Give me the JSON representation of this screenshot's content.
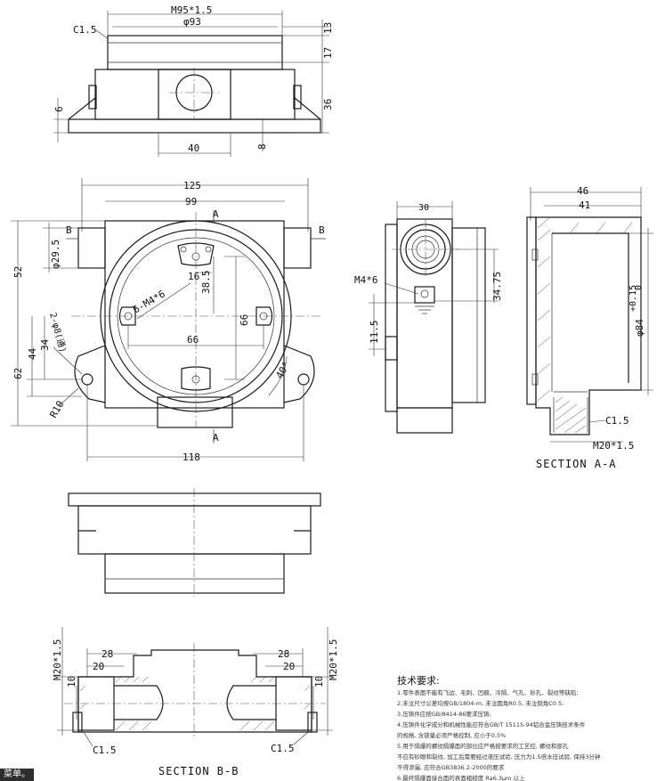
{
  "top_view": {
    "dims": {
      "m95": "M95*1.5",
      "d93": "φ93",
      "c15": "C1.5",
      "d13": "13",
      "d17": "17",
      "d36": "36",
      "d6": "6",
      "d40": "40",
      "d8": "8"
    }
  },
  "front_view": {
    "dims": {
      "d125": "125",
      "d99": "99",
      "section_a_top": "A",
      "section_a_bottom": "A",
      "section_b_left": "B",
      "section_b_right": "B",
      "d29": "φ29.5",
      "d52": "52",
      "d16": "16",
      "d385": "38.5",
      "holes": "6-M4*6",
      "d66v": "66",
      "d66h": "66",
      "d2": "2-φ8(通)",
      "d44": "44",
      "d34": "34",
      "d62": "62",
      "d40deg": "40°",
      "r10": "R10",
      "d118": "118"
    }
  },
  "side_view": {
    "dims": {
      "d30": "30",
      "m4": "M4*6",
      "d3475": "34.75",
      "d115": "11.5"
    }
  },
  "section_aa": {
    "title": "SECTION A-A",
    "dims": {
      "d46": "46",
      "d41": "41",
      "d84": "φ84",
      "tol": "+0.15",
      "tol0": "0",
      "c15": "C1.5",
      "m20": "M20*1.5"
    }
  },
  "section_bb": {
    "title": "SECTION B-B",
    "dims": {
      "m20_left": "M20*1.5",
      "m20_right": "M20*1.5",
      "d28l": "28",
      "d20l": "20",
      "d28r": "28",
      "d20r": "20",
      "d10l": "10",
      "d10r": "10",
      "c15l": "C1.5",
      "c15r": "C1.5"
    }
  },
  "tech_notes": {
    "title": "技术要求:",
    "lines": [
      "1.零件表面不能有飞边、毛刺、凹痕、冷隔、气孔、砂孔、裂纹等缺陷;",
      "2.未注尺寸公差均按GB/1804-m, 未注圆角R0.5, 未注倒角C0.5;",
      "3.压铸件应按GB/8414-86要求压铸;",
      "4.压铸件化学成分和机械性能应符合GB/T 15115-94铝合金压铸技术条件",
      "  的规格, 含镁量必须严格控制, 应小于0.5%",
      "5.用于隔爆的螺纹隔爆面的部位应严格按要求的工艺控, 螺纹和部孔",
      "  不应有砂眼和裂纹, 加工后需要经过液压试验, 压力为1.5倍水压试验, 保持3分钟",
      "  不得渗漏, 应符合GB3836.2-2000的要求",
      "6.最终隔爆面接合面的表面粗糙度 Ra6.3μm 以上"
    ]
  },
  "corner_label": "菜单。"
}
